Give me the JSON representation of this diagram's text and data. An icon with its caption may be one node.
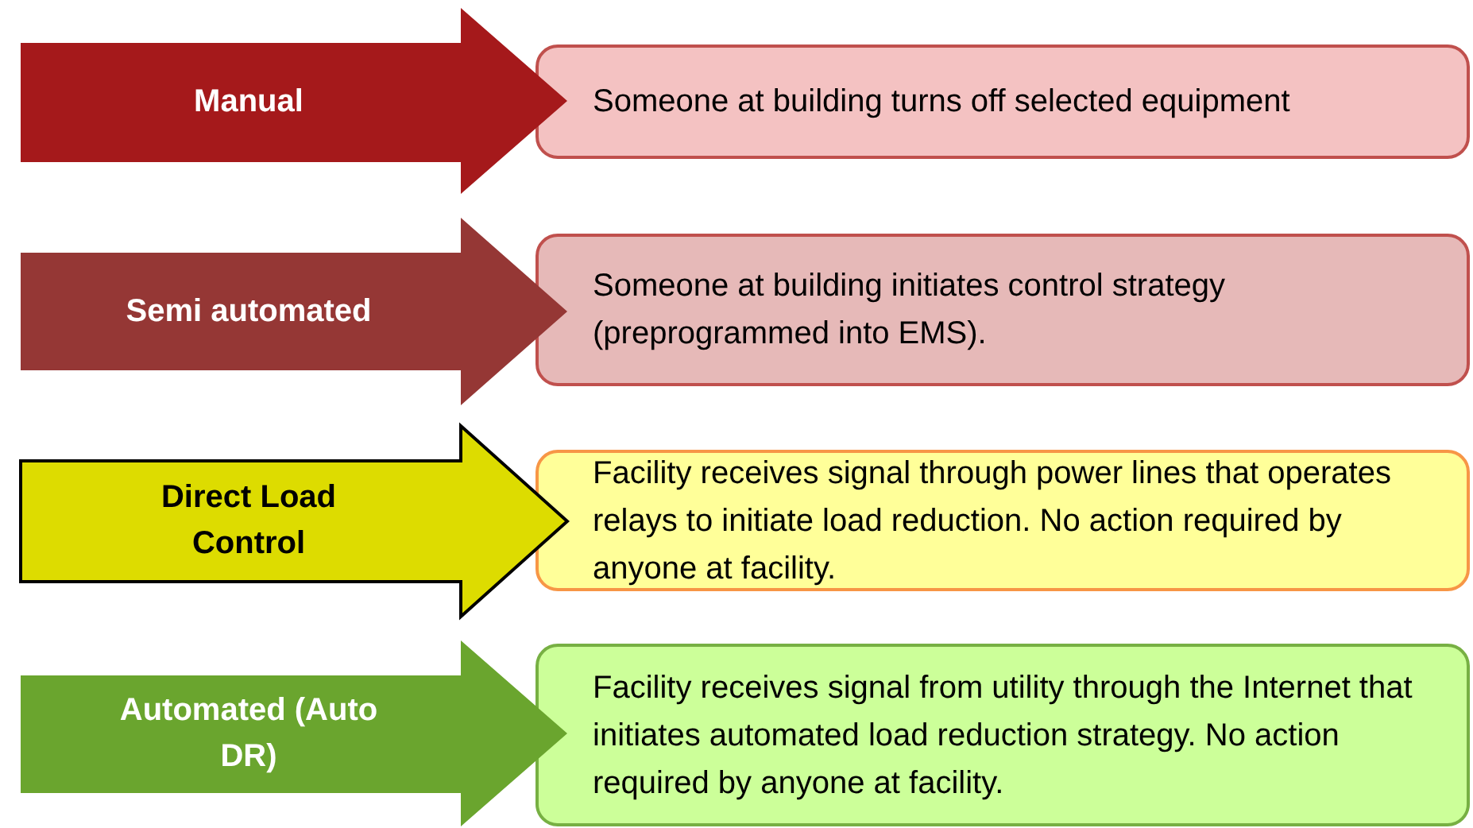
{
  "diagram": {
    "nodes": [
      {
        "text": [
          "Manual"
        ]
      },
      {
        "text": [
          "Someone at building turns off selected equipment"
        ]
      },
      {
        "text": [
          "Semi automated"
        ]
      },
      {
        "text": [
          "Someone at building initiates control strategy (preprogrammed into EMS)."
        ]
      },
      {
        "text": [
          "Direct Load Control"
        ]
      },
      {
        "text": [
          "Facility receives signal through power lines that operates relays to initiate load reduction. No action required by anyone at facility."
        ]
      },
      {
        "text": [
          "Automated (Auto DR)"
        ]
      },
      {
        "text": [
          "Facility receives signal from utility through the Internet that initiates automated load reduction strategy. No action required by anyone at facility."
        ]
      }
    ]
  }
}
